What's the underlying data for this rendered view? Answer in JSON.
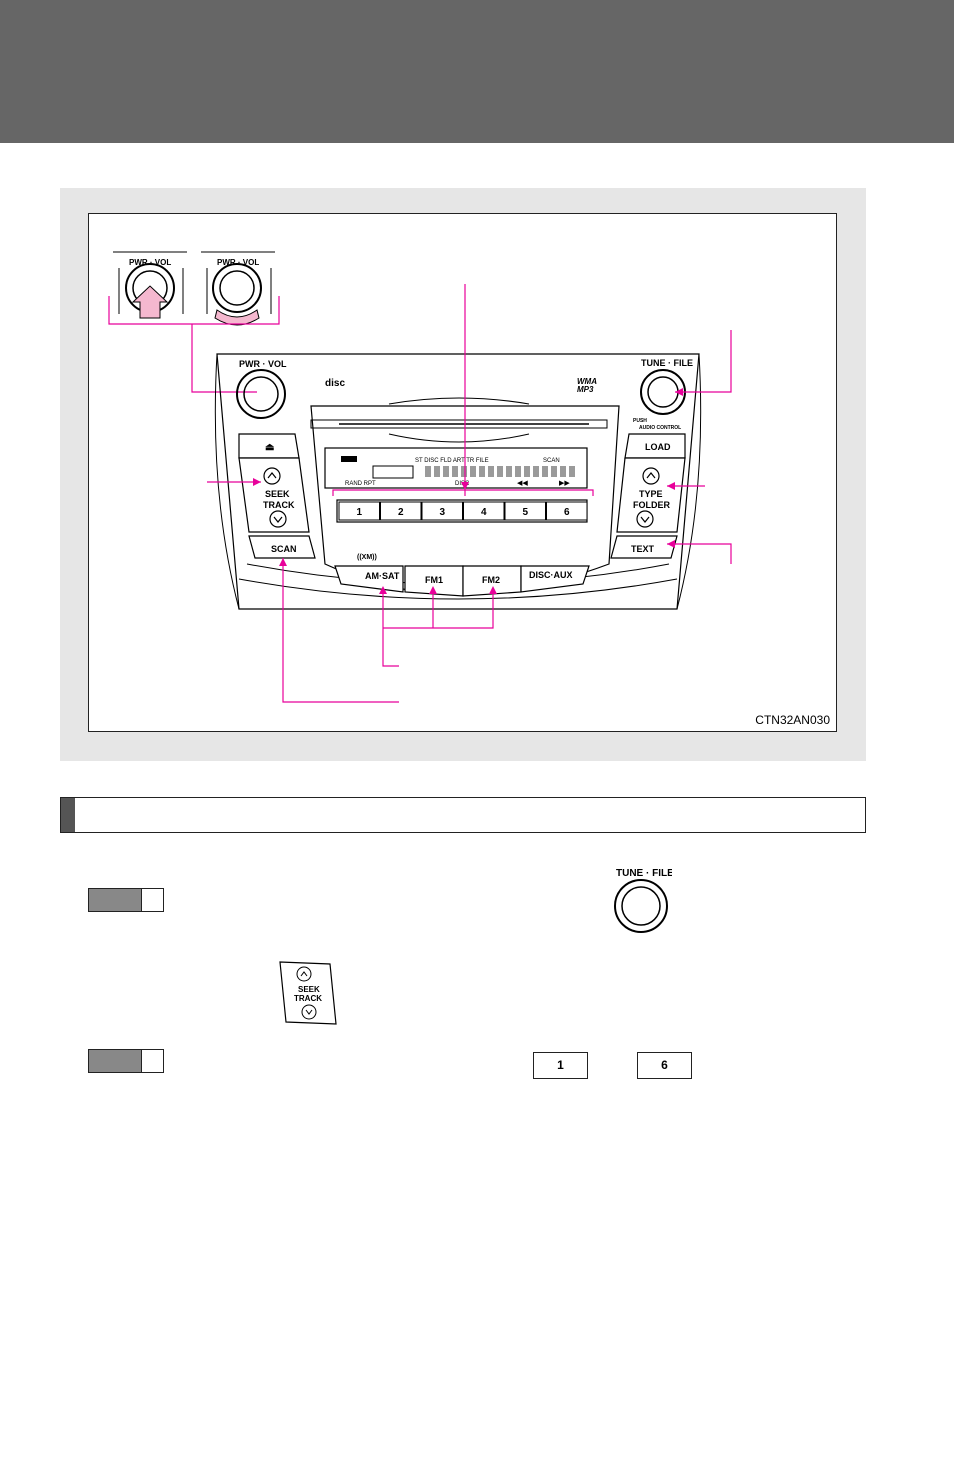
{
  "figure": {
    "code": "CTN32AN030",
    "labels": {
      "pwr_vol": "PWR · VOL",
      "tune_file": "TUNE · FILE",
      "push": "PUSH",
      "audio_control": "AUDIO CONTROL",
      "load": "LOAD",
      "seek": "SEEK",
      "track": "TRACK",
      "type": "TYPE",
      "folder": "FOLDER",
      "scan": "SCAN",
      "text": "TEXT",
      "am_sat": "AM·SAT",
      "fm1": "FM1",
      "fm2": "FM2",
      "disc_aux": "DISC·AUX",
      "wma": "WMA",
      "mp3": "MP3",
      "disc_logo": "disc"
    },
    "presets": [
      "1",
      "2",
      "3",
      "4",
      "5",
      "6"
    ],
    "display": {
      "top": "ST  DISC   FLD  ART  TR  FILE",
      "scan_ind": "SCAN",
      "bottom": "RAND  RPT",
      "disc_ind": "DISC"
    }
  },
  "content": {
    "tune_file_icon_label": "TUNE · FILE",
    "seek_icon_label_1": "SEEK",
    "seek_icon_label_2": "TRACK",
    "key_first": "1",
    "key_last": "6"
  },
  "colors": {
    "header": "#666666",
    "panel": "#e6e6e6",
    "callout": "#e8009a",
    "arrow_fill": "#f5b8cf"
  }
}
